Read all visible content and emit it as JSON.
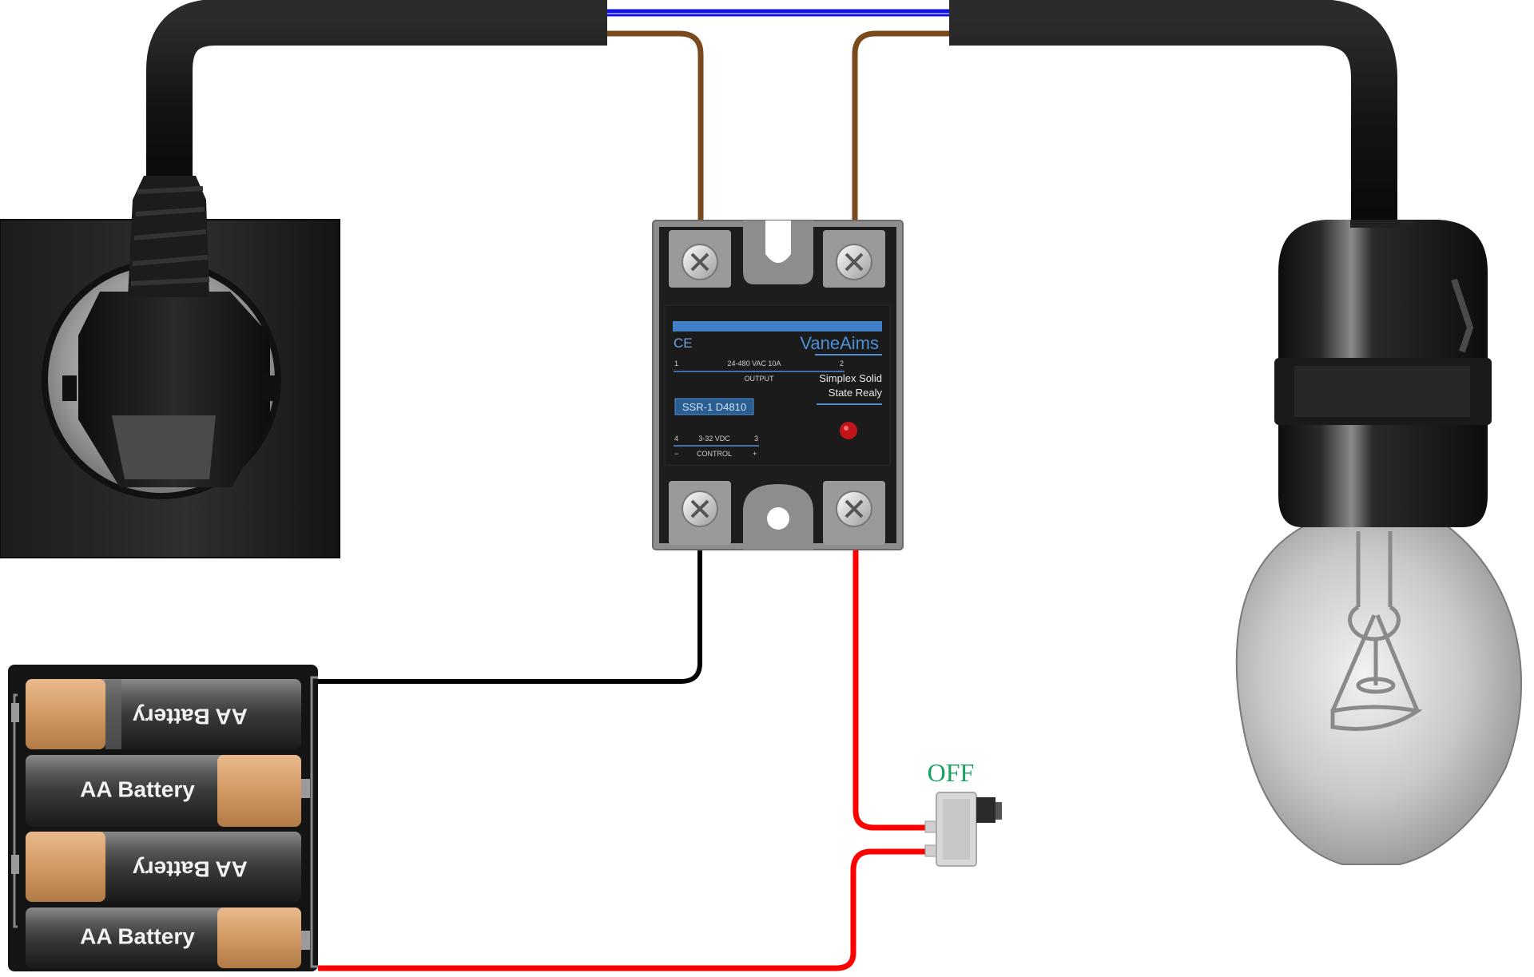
{
  "relay": {
    "brand": "VaneAims",
    "ce_mark": "CE",
    "output_pin_left": "1",
    "output_pin_right": "2",
    "output_rating": "24-480 VAC 10A",
    "output_label": "OUTPUT",
    "product_title_line1": "Simplex Solid",
    "product_title_line2": "State Realy",
    "model": "SSR-1 D4810",
    "control_pin_left": "4",
    "control_pin_right": "3",
    "control_minus": "−",
    "control_plus": "+",
    "control_rating": "3-32 VDC",
    "control_label": "CONTROL",
    "led_color": "#c0151a"
  },
  "switch": {
    "state_label": "OFF",
    "state_color": "#1aa15f"
  },
  "battery_pack": {
    "cells": [
      {
        "label": "AA Battery",
        "orientation": "flipped"
      },
      {
        "label": "AA Battery",
        "orientation": "normal"
      },
      {
        "label": "AA Battery",
        "orientation": "flipped"
      },
      {
        "label": "AA Battery",
        "orientation": "normal"
      }
    ]
  },
  "wires": {
    "neutral_color": "#1010e0",
    "live_color": "#7a4a1e",
    "control_negative_color": "#000000",
    "control_positive_color": "#ff0000"
  }
}
